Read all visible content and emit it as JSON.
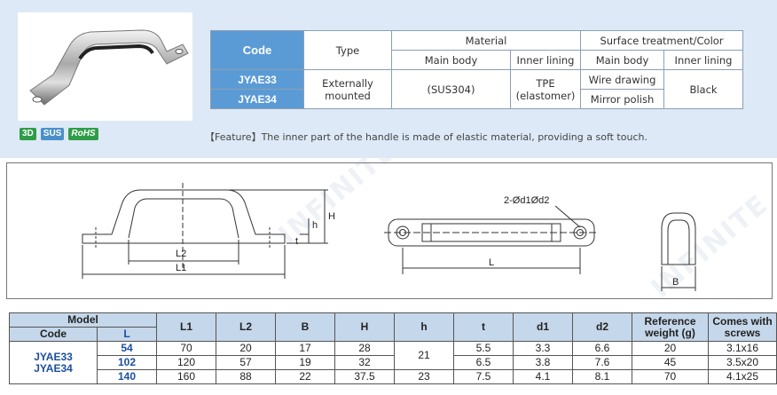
{
  "spec_table": {
    "code_header": "Code",
    "type_header": "Type",
    "material_header": "Material",
    "surface_header": "Surface treatment/Color",
    "main_body": "Main body",
    "inner_lining": "Inner lining",
    "codes": [
      "JYAE33",
      "JYAE34"
    ],
    "type_value": "Externally mounted",
    "material_main": "(SUS304)",
    "material_inner": "TPE (elastomer)",
    "surface_options": [
      "Wire drawing",
      "Mirror polish"
    ],
    "color": "Black"
  },
  "badges": [
    "3D",
    "SUS",
    "RoHS"
  ],
  "feature_text": "【Feature】The inner part of the handle is made of elastic material, providing a soft touch.",
  "drawing_labels": {
    "L2": "L2",
    "L1": "L1",
    "h": "h",
    "H": "H",
    "t": "t",
    "holes": "2-Ød1Ød2",
    "L": "L",
    "B": "B"
  },
  "dim_table": {
    "model": "Model",
    "code": "Code",
    "L": "L",
    "headers": [
      "L1",
      "L2",
      "B",
      "H",
      "h",
      "t",
      "d1",
      "d2",
      "Reference weight (g)",
      "Comes with screws"
    ],
    "codes": [
      "JYAE33",
      "JYAE34"
    ],
    "rows": [
      {
        "L": "54",
        "L1": "70",
        "L2": "20",
        "B": "17",
        "H": "28",
        "t": "5.5",
        "d1": "3.3",
        "d2": "6.6",
        "weight": "20",
        "screws": "3.1x16"
      },
      {
        "L": "102",
        "L1": "120",
        "L2": "57",
        "B": "19",
        "H": "32",
        "t": "6.5",
        "d1": "3.8",
        "d2": "7.6",
        "weight": "45",
        "screws": "3.5x20"
      },
      {
        "L": "140",
        "L1": "160",
        "L2": "88",
        "B": "22",
        "H": "37.5",
        "h": "23",
        "t": "7.5",
        "d1": "4.1",
        "d2": "8.1",
        "weight": "70",
        "screws": "4.1x25"
      }
    ],
    "h_merged": "21"
  },
  "colors": {
    "header_blue": "#5b9bd5",
    "panel_bg": "#dde9f6",
    "table_head": "#c5d7ea",
    "code_text": "#1a4fa0"
  }
}
